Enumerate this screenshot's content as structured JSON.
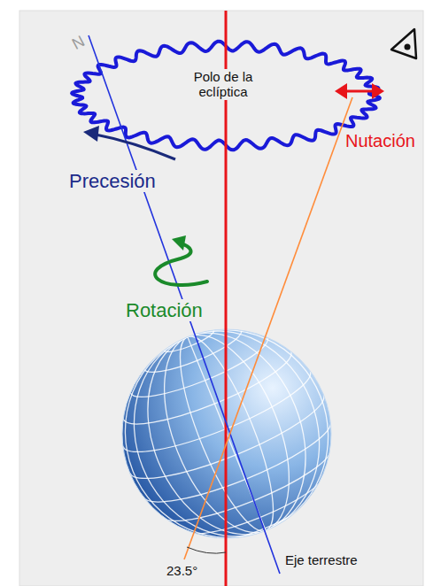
{
  "diagram": {
    "labels": [
      "N",
      "Polo de la eclíptica",
      "Nutación",
      "Precesión",
      "Rotación",
      "23.5°",
      "Eje terrestre"
    ]
  }
}
